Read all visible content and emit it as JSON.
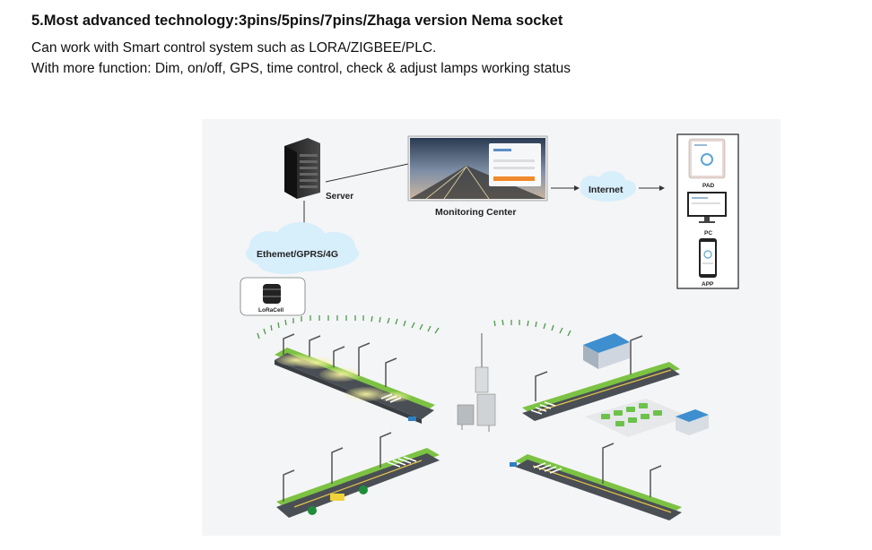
{
  "header": {
    "title": "5.Most advanced technology:3pins/5pins/7pins/Zhaga version Nema socket",
    "line1": "Can work with Smart control system such as LORA/ZIGBEE/PLC.",
    "line2": "With more function: Dim, on/off, GPS, time control, check & adjust lamps working status"
  },
  "diagram": {
    "server_label": "Server",
    "monitoring_label": "Monitoring Center",
    "internet_label": "Internet",
    "network_label": "Ethemet/GPRS/4G",
    "device_label": "LoRaCell",
    "clients": [
      {
        "label": "PAD",
        "icon": "tablet-icon"
      },
      {
        "label": "PC",
        "icon": "desktop-icon"
      },
      {
        "label": "APP",
        "icon": "smartphone-icon"
      }
    ],
    "colors": {
      "road": "#4a4f55",
      "road_edge": "#7cc243",
      "light_glow": "#f3ee9a",
      "cloud": "#d7eefb",
      "background_panel": "#f4f5f6"
    }
  }
}
